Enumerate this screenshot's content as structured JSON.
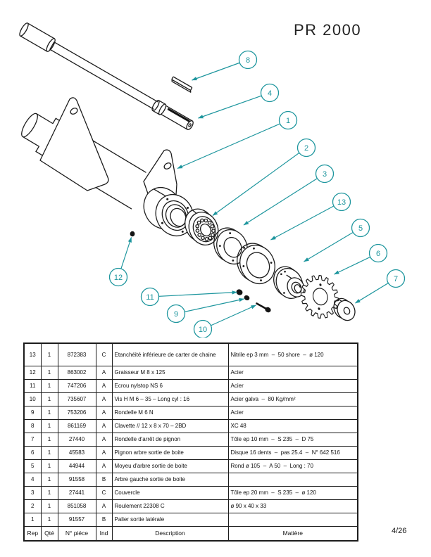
{
  "page": {
    "title": "PR 2000",
    "page_number": "4/26"
  },
  "colors": {
    "accent": "#1E969E",
    "line": "#1c1c1c"
  },
  "balloons": [
    "8",
    "4",
    "1",
    "2",
    "3",
    "13",
    "5",
    "6",
    "7",
    "12",
    "11",
    "9",
    "10"
  ],
  "table": {
    "headers": [
      "Rep",
      "Qté",
      "N° piéce",
      "Ind",
      "Description",
      "Matière"
    ],
    "rows": [
      [
        "13",
        "1",
        "872383",
        "C",
        "Etanchéité inférieure de carter de chaine",
        "Nitrile ep 3 mm  –  50 shore  –  ø 120"
      ],
      [
        "12",
        "1",
        "863002",
        "A",
        "Graisseur M 8 x 125",
        "Acier"
      ],
      [
        "11",
        "1",
        "747206",
        "A",
        "Ecrou nylstop NS 6",
        "Acier"
      ],
      [
        "10",
        "1",
        "735607",
        "A",
        "Vis H M 6 – 35  –  Long cyl : 16",
        "Acier galva  –  80 Kg/mm²"
      ],
      [
        "9",
        "1",
        "753206",
        "A",
        "Rondelle M 6 N",
        "Acier"
      ],
      [
        "8",
        "1",
        "861169",
        "A",
        "Clavette // 12 x 8 x 70  –  2BD",
        "XC 48"
      ],
      [
        "7",
        "1",
        "27440",
        "A",
        "Rondelle d'arrêt de pignon",
        "Tôle ep 10 mm  –  S 235  –  D 75"
      ],
      [
        "6",
        "1",
        "45583",
        "A",
        "Pignon arbre sortie de boite",
        "Disque 16 dents  –  pas 25.4  –  N° 642 516"
      ],
      [
        "5",
        "1",
        "44944",
        "A",
        "Moyeu d'arbre sortie de boite",
        "Rond ø 105  –  A 50  –  Long : 70"
      ],
      [
        "4",
        "1",
        "91558",
        "B",
        "Arbre gauche sortie de boite",
        ""
      ],
      [
        "3",
        "1",
        "27441",
        "C",
        "Couvercle",
        "Tôle ep 20 mm  –  S 235  –  ø 120"
      ],
      [
        "2",
        "1",
        "851058",
        "A",
        "Roulement 22308 C",
        "ø 90 x 40 x 33"
      ],
      [
        "1",
        "1",
        "91557",
        "B",
        "Palier sortie latérale",
        ""
      ]
    ]
  }
}
